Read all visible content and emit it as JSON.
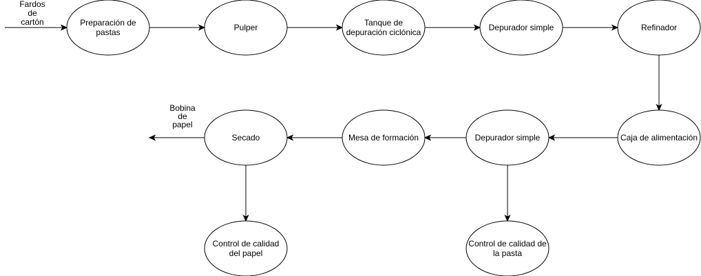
{
  "nodes": [
    {
      "id": "preparacion",
      "lines": [
        "Preparación de",
        "pastas"
      ]
    },
    {
      "id": "pulper",
      "lines": [
        "Pulper"
      ]
    },
    {
      "id": "tanque",
      "lines": [
        "Tanque de",
        "depuración ciclónica"
      ]
    },
    {
      "id": "depurador1",
      "lines": [
        "Depurador simple"
      ]
    },
    {
      "id": "refinador",
      "lines": [
        "Refinador"
      ]
    },
    {
      "id": "caja",
      "lines": [
        "Caja de alimentación"
      ]
    },
    {
      "id": "depurador2",
      "lines": [
        "Depurador simple"
      ]
    },
    {
      "id": "mesa",
      "lines": [
        "Mesa de formación"
      ]
    },
    {
      "id": "secado",
      "lines": [
        "Secado"
      ]
    },
    {
      "id": "control_papel",
      "lines": [
        "Control de calidad",
        "del papel"
      ]
    },
    {
      "id": "control_pasta",
      "lines": [
        "Control de calidad de",
        "la pasta"
      ]
    }
  ],
  "external_labels": [
    {
      "id": "input",
      "lines": [
        "Fardos",
        "de",
        "cartón"
      ]
    },
    {
      "id": "output",
      "lines": [
        "Bobina",
        "de",
        "papel"
      ]
    }
  ],
  "edges": [
    {
      "from": "input",
      "to": "preparacion"
    },
    {
      "from": "preparacion",
      "to": "pulper"
    },
    {
      "from": "pulper",
      "to": "tanque"
    },
    {
      "from": "tanque",
      "to": "depurador1"
    },
    {
      "from": "depurador1",
      "to": "refinador"
    },
    {
      "from": "refinador",
      "to": "caja"
    },
    {
      "from": "caja",
      "to": "depurador2"
    },
    {
      "from": "depurador2",
      "to": "mesa"
    },
    {
      "from": "mesa",
      "to": "secado"
    },
    {
      "from": "secado",
      "to": "output"
    },
    {
      "from": "secado",
      "to": "control_papel"
    },
    {
      "from": "depurador2",
      "to": "control_pasta"
    }
  ]
}
